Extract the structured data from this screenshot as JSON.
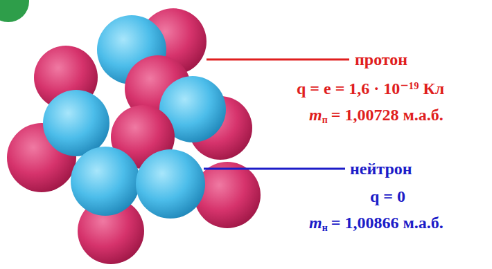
{
  "diagram": {
    "labels": [
      "протон",
      "q = e = 1,6 · 10⁻¹⁹ Кл",
      "m",
      "п",
      "= 1,00728 м.а.б.",
      "нейтрон",
      "q = 0",
      "m",
      "н",
      "= 1,00866 м.а.б."
    ]
  }
}
